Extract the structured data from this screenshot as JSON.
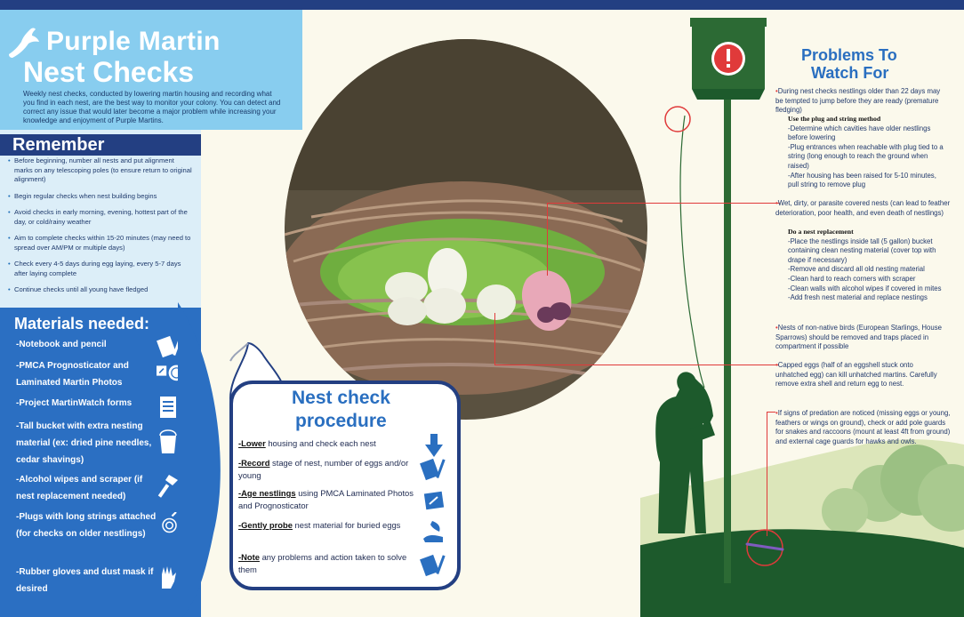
{
  "title": {
    "line1": "Purple Martin",
    "line2": "Nest Checks",
    "intro": "Weekly nest checks, conducted by lowering martin housing and recording what you find in each nest, are the best way to monitor your colony.  You can detect and correct any issue that would later become a major problem while increasing your knowledge and enjoyment of Purple Martins."
  },
  "remember": {
    "heading": "Remember",
    "items": [
      "Before beginning, number all nests and put alignment marks on any telescoping poles (to ensure return to original alignment)",
      "Begin regular checks when nest building begins",
      "Avoid checks in early morning, evening, hottest part of the day, or cold/rainy weather",
      "Aim to complete checks within 15-20 minutes (may need to spread over AM/PM or multiple days)",
      "Check every 4-5 days during egg laying, every 5-7 days after laying complete",
      "Continue checks until all young have fledged"
    ]
  },
  "materials": {
    "heading": "Materials needed:",
    "items": [
      "-Notebook and pencil",
      "-PMCA Prognosticator and Laminated Martin Photos",
      "-Project MartinWatch forms",
      "-Tall bucket with extra nesting material (ex: dried pine needles, cedar shavings)",
      "-Alcohol wipes and scraper (if nest replacement  needed)",
      "-Plugs with long strings attached (for checks on older nestlings)",
      "-Rubber gloves and dust mask if desired"
    ],
    "icons": [
      "notebook-pencil-icon",
      "photo-prognosticator-icon",
      "forms-icon",
      "bucket-icon",
      "scraper-icon",
      "plug-string-icon",
      "gloves-icon"
    ]
  },
  "procedure": {
    "heading1": "Nest check",
    "heading2": "procedure",
    "steps": [
      {
        "bold": "-Lower",
        "rest": " housing and check each nest"
      },
      {
        "bold": "-Record",
        "rest": " stage of nest, number of eggs and/or young"
      },
      {
        "bold": "-Age nestlings",
        "rest": " using PMCA Laminated Photos and Prognosticator"
      },
      {
        "bold": "-Gently probe",
        "rest": " nest material for buried eggs"
      },
      {
        "bold": "-Note",
        "rest": " any problems and action taken to solve them"
      }
    ]
  },
  "problems": {
    "heading1": "Problems To",
    "heading2": "Watch For",
    "p1": "During nest checks nestlings older than 22 days may be tempted to jump before they are ready (premature fledging)",
    "p1_sub": "Use the plug and string method",
    "p1_list": [
      "-Determine which cavities have older nestlings before lowering",
      "-Plug entrances when reachable with plug tied to a string (long enough to reach the ground when raised)",
      "-After housing has been raised for 5-10 minutes, pull string to remove plug"
    ],
    "p2": "Wet, dirty, or parasite covered nests (can lead to feather deterioration, poor health, and even death of nestlings)",
    "p2_sub": "Do a nest replacement",
    "p2_list": [
      "-Place the nestlings inside tall (5 gallon) bucket containing clean nesting material (cover top with drape if necessary)",
      "-Remove and discard all old nesting material",
      "-Clean hard to reach corners with scraper",
      "-Clean walls with alcohol wipes if covered in mites",
      "-Add fresh nest material and replace nestings"
    ],
    "p3": "Nests of non-native birds (European Starlings, House Sparrows) should be removed and traps placed in compartment if possible",
    "p4": "Capped eggs (half of an eggshell stuck onto unhatched egg) can kill unhatched martins. Carefully remove extra shell and return egg to nest.",
    "p5": "If signs of predation are noticed (missing eggs or young, feathers or wings on ground), check or add pole guards for snakes and raccoons (mount at least 4ft from ground) and external cage guards for hawks and owls."
  },
  "colors": {
    "navy": "#233f82",
    "sky": "#88cdef",
    "blue": "#2b6fc2",
    "green": "#2c6a34",
    "alert": "#e03a3a"
  }
}
